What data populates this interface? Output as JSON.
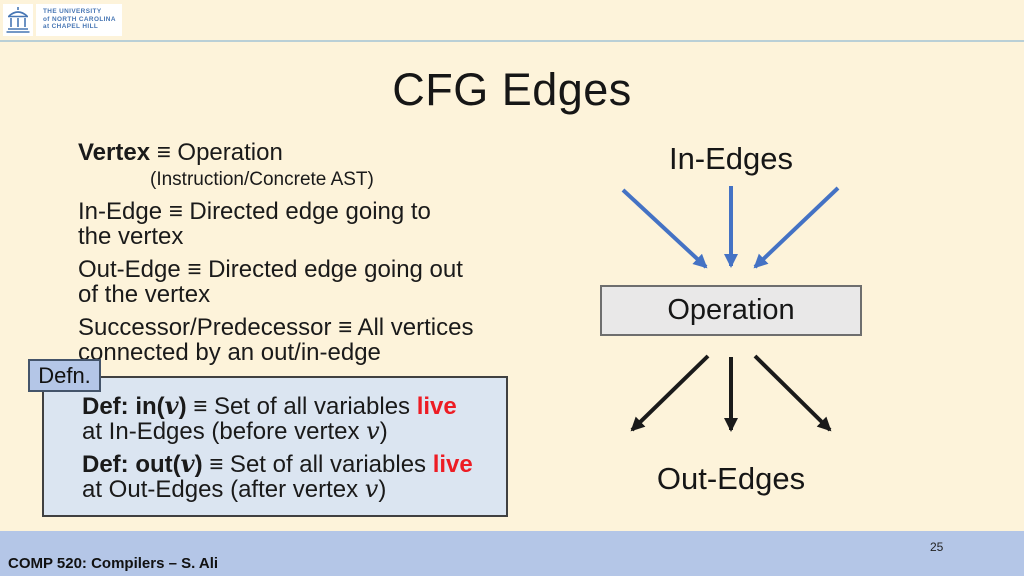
{
  "slide": {
    "title": "CFG Edges",
    "footer_text": "COMP 520: Compilers – S. Ali",
    "page_number": "25"
  },
  "logo": {
    "icon": "unc-old-well-icon",
    "line1": "THE UNIVERSITY",
    "line2": "of NORTH CAROLINA",
    "line3": "at CHAPEL HILL"
  },
  "left": {
    "p1": [
      {
        "t": "Vertex",
        "s": "b"
      },
      {
        "t": " ≡ Operation",
        "s": ""
      }
    ],
    "p1_sub": [
      {
        "t": "(Instruction/Concrete AST)",
        "s": ""
      }
    ],
    "p2": [
      {
        "t": "In-Edge ≡ Directed edge going to",
        "s": ""
      },
      {
        "t": "",
        "s": "br"
      },
      {
        "t": "the vertex",
        "s": ""
      }
    ],
    "p3": [
      {
        "t": "Out-Edge ≡ Directed edge going out",
        "s": ""
      },
      {
        "t": "",
        "s": "br"
      },
      {
        "t": "of the vertex",
        "s": ""
      }
    ],
    "p4": [
      {
        "t": "Successor/Predecessor ≡ All vertices",
        "s": ""
      },
      {
        "t": "",
        "s": "br"
      },
      {
        "t": "connected by an out/in-edge",
        "s": ""
      }
    ]
  },
  "defbox": {
    "label": "Defn.",
    "def_in": [
      {
        "t": "Def: in(",
        "s": "b"
      },
      {
        "t": "v",
        "s": "mvb"
      },
      {
        "t": ")",
        "s": "b"
      },
      {
        "t": " ≡ Set of all variables ",
        "s": ""
      },
      {
        "t": "live",
        "s": "r"
      },
      {
        "t": "",
        "s": "br"
      },
      {
        "t": "at In-Edges (before vertex ",
        "s": ""
      },
      {
        "t": "v",
        "s": "mv"
      },
      {
        "t": ")",
        "s": ""
      }
    ],
    "def_out": [
      {
        "t": "Def: out(",
        "s": "b"
      },
      {
        "t": "v",
        "s": "mvb"
      },
      {
        "t": ")",
        "s": "b"
      },
      {
        "t": " ≡ Set of all variables ",
        "s": ""
      },
      {
        "t": "live",
        "s": "r"
      },
      {
        "t": "",
        "s": "br"
      },
      {
        "t": "at Out-Edges (after vertex ",
        "s": ""
      },
      {
        "t": "v",
        "s": "mv"
      },
      {
        "t": ")",
        "s": ""
      }
    ]
  },
  "diagram": {
    "in_label": "In-Edges",
    "node_label": "Operation",
    "out_label": "Out-Edges",
    "colors": {
      "in_arrow": "#4472C4",
      "out_arrow": "#1A1A1A",
      "accent_red": "#ED1C24",
      "footer_bar": "#B4C6E7",
      "def_box_fill": "#DBE5F1",
      "background": "#FDF3DA",
      "logo_blue": "#4776B4"
    }
  }
}
